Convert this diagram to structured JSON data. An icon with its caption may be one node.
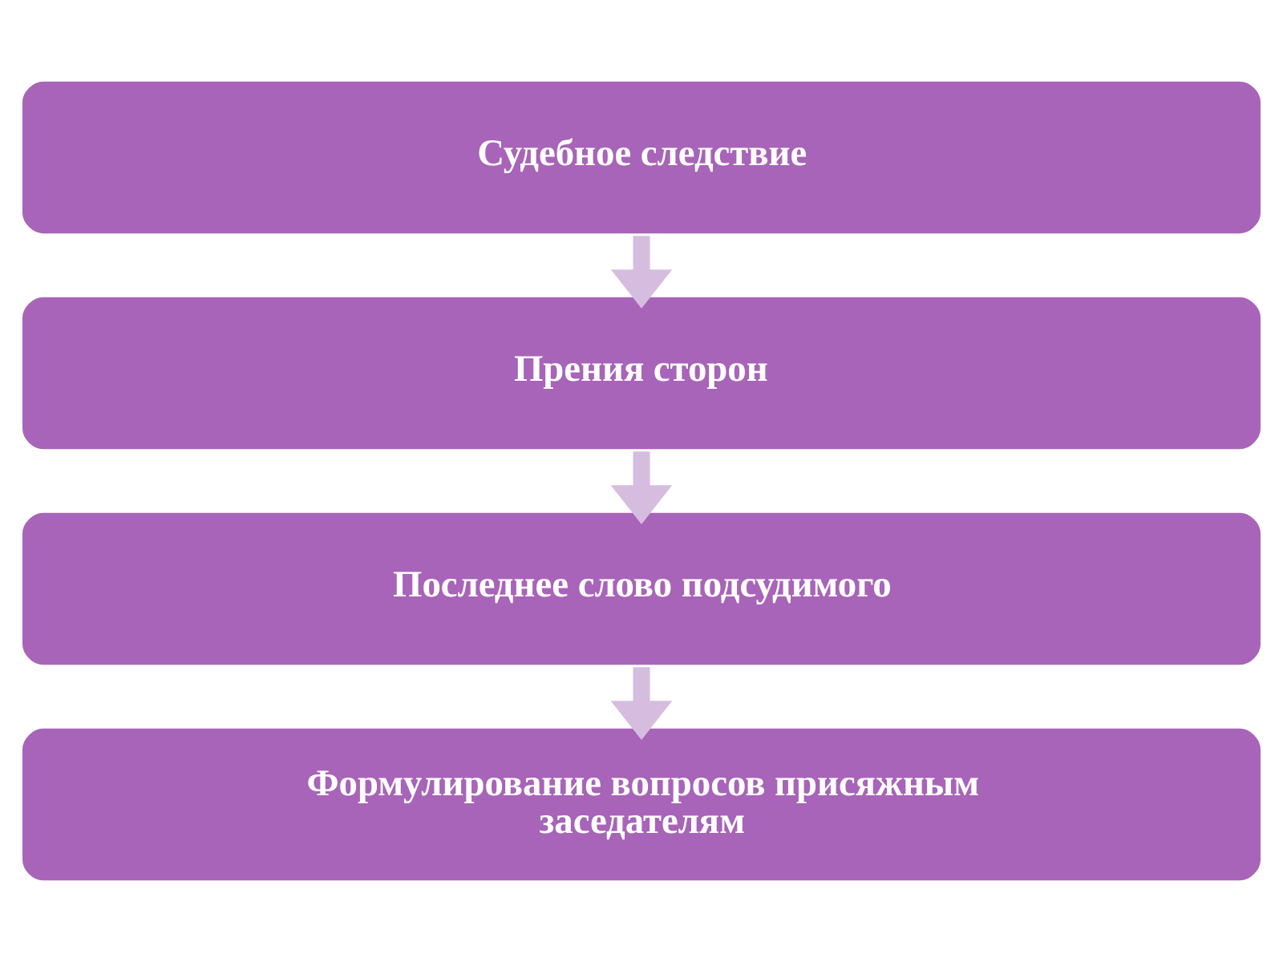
{
  "diagram": {
    "nodes": [
      {
        "text": [
          "Судебное следствие"
        ]
      },
      {
        "text": [
          "Прения сторон"
        ]
      },
      {
        "text": [
          "Последнее слово подсудимого"
        ]
      },
      {
        "text": [
          "Формулирование вопросов присяжным заседателям"
        ]
      }
    ],
    "edges": [
      {
        "from": 0,
        "to": 1,
        "arrow": "to"
      },
      {
        "from": 1,
        "to": 2,
        "arrow": "to"
      },
      {
        "from": 2,
        "to": 3,
        "arrow": "to"
      }
    ]
  }
}
